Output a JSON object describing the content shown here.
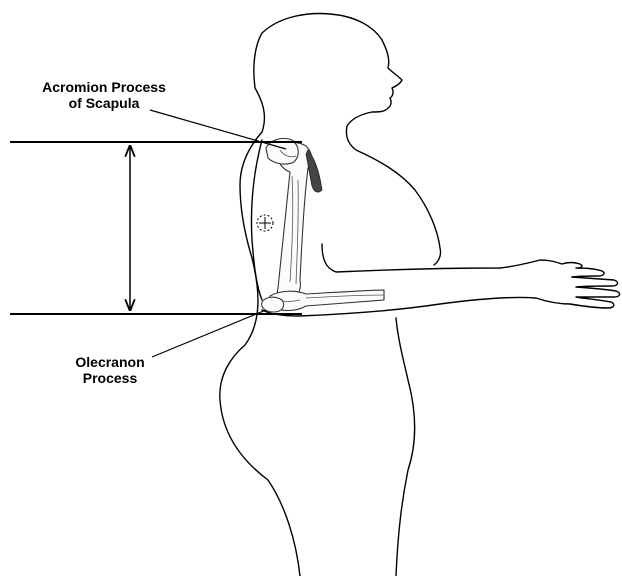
{
  "labels": {
    "acromion": {
      "line1": "Acromion Process",
      "line2": "of Scapula"
    },
    "olecranon": {
      "line1": "Olecranon",
      "line2": "Process"
    }
  },
  "colors": {
    "line": "#000000",
    "background": "#ffffff",
    "bone_shadow": "#444444"
  },
  "icons": {
    "arrow": "double-headed-vertical-arrow",
    "marker": "crosshair-circle-icon"
  }
}
